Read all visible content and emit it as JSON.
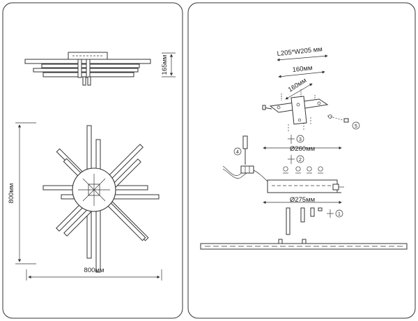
{
  "left_panel": {
    "side_view": {
      "height_label": "165мм"
    },
    "top_view": {
      "height_label": "800мм",
      "width_label": "800мм"
    }
  },
  "right_panel": {
    "plate_label": "L205*W205 мм",
    "dim_a_label": "160мм",
    "dim_b_label": "160мм",
    "mount_diameter_label": "Ø260мм",
    "base_diameter_label": "Ø275мм",
    "steps": [
      "1",
      "2",
      "3",
      "4",
      "5"
    ]
  }
}
